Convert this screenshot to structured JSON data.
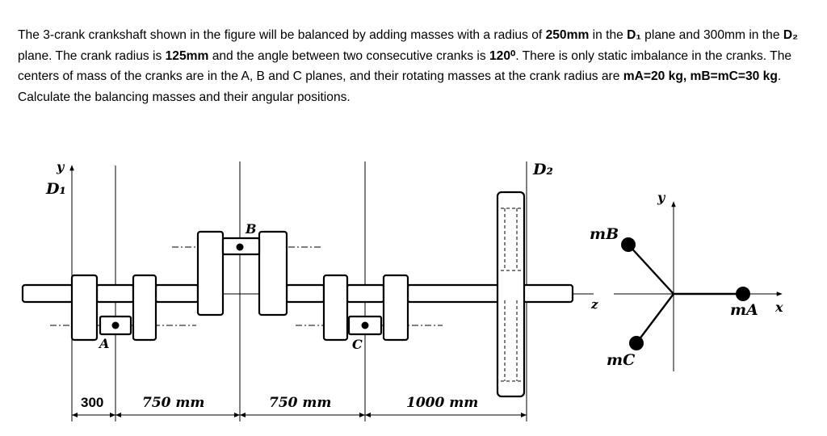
{
  "problem": {
    "t1": "The 3-crank crankshaft shown in the figure will be balanced by adding masses with a radius of ",
    "b1": "250mm",
    "t2": " in the ",
    "b2": "D₁",
    "t3": " plane and 300mm in the ",
    "b3": "D₂",
    "t4": " plane. The crank radius is ",
    "b4": "125mm",
    "t5": " and the angle between two consecutive cranks is ",
    "b5": "120⁰",
    "t6": ". There is only static imbalance in the cranks. The centers of mass of the cranks are in the A, B and C planes, and their rotating masses at the crank radius are ",
    "b6": "mA=20 kg, mB=mC=30 kg",
    "t7": ". Calculate the balancing masses and their angular positions."
  },
  "figure": {
    "plane_d1": "D₁",
    "plane_d2": "D₂",
    "y_axis": "y",
    "crank_a": "A",
    "crank_b": "B",
    "crank_c": "C",
    "dim_1": "300",
    "dim_2": "750 mm",
    "dim_3": "750 mm",
    "dim_4": "1000 mm",
    "z_axis": "z",
    "vec_y": "y",
    "vec_x": "x",
    "mass_a": "mA",
    "mass_b": "mB",
    "mass_c": "mC"
  }
}
